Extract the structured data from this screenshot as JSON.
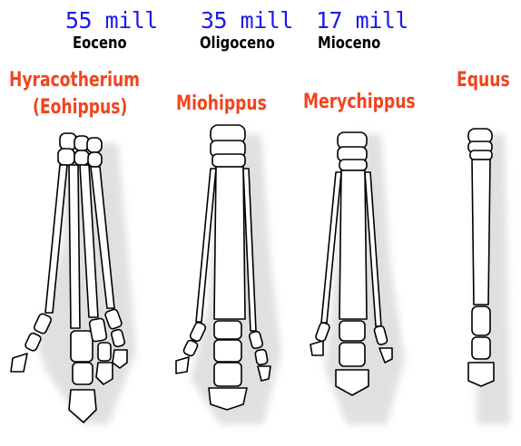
{
  "colors": {
    "time": "#1a1aee",
    "genus": "#f2441c",
    "epoch": "#000000",
    "bone_fill": "#ffffff",
    "bone_stroke": "#000000",
    "shadow": "#c8c8c8"
  },
  "timeline": [
    {
      "time": "55 mill",
      "epoch": "Eoceno"
    },
    {
      "time": "35 mill",
      "epoch": "Oligoceno"
    },
    {
      "time": "17 mill",
      "epoch": "Mioceno"
    }
  ],
  "genera": {
    "hyracotherium": {
      "line1": "Hyracotherium",
      "line2": "(Eohippus)"
    },
    "miohippus": "Miohippus",
    "merychippus": "Merychippus",
    "equus": "Equus"
  }
}
